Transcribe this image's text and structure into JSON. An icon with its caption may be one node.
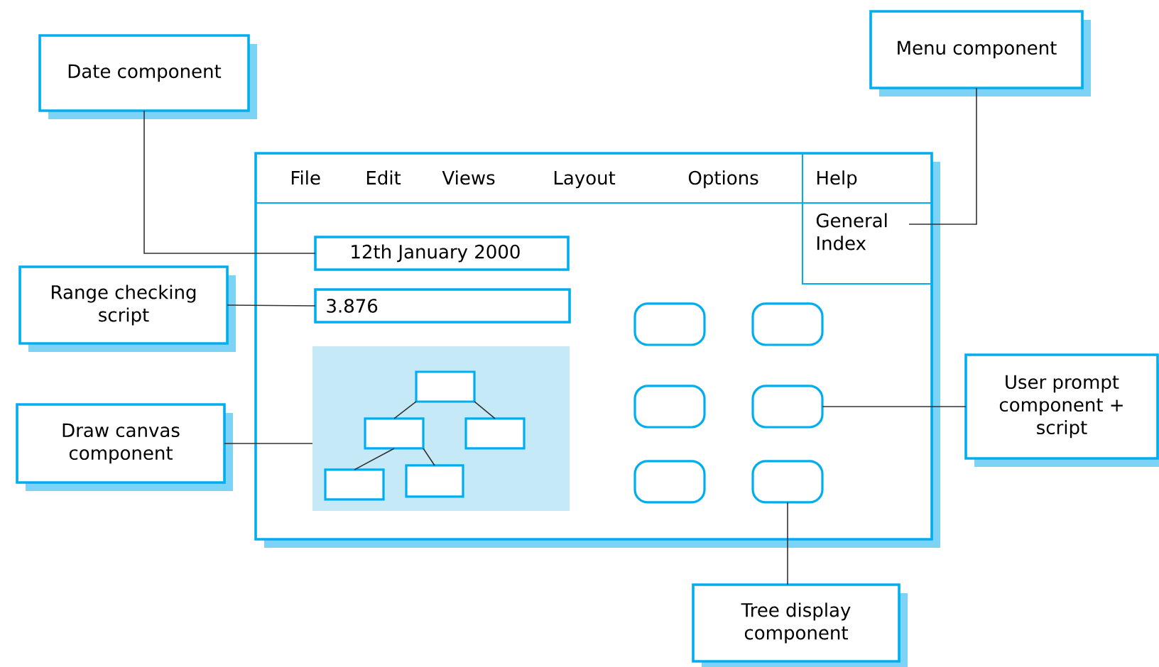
{
  "diagram": {
    "nodes": [
      {
        "text": [
          "Date component"
        ]
      },
      {
        "text": [
          "Menu component"
        ]
      },
      {
        "text": [
          "Range checking script"
        ]
      },
      {
        "text": [
          "Draw canvas component"
        ]
      },
      {
        "text": [
          "User prompt component + script"
        ]
      },
      {
        "text": [
          "Tree display component"
        ]
      },
      {
        "text": [
          "File",
          "Edit",
          "Views",
          "Layout",
          "Options"
        ]
      },
      {
        "text": [
          "Help",
          "General Index"
        ],
        "in": 6
      },
      {
        "text": [
          "12th January 2000"
        ],
        "in": 6
      },
      {
        "text": [
          "3.876"
        ],
        "in": 6
      },
      {
        "text": [],
        "shape": "box",
        "in": 6
      },
      {
        "text": [],
        "shape": "box",
        "in": 10
      },
      {
        "text": [],
        "shape": "box",
        "in": 10
      },
      {
        "text": [],
        "shape": "box",
        "in": 10
      },
      {
        "text": [],
        "shape": "box",
        "in": 10
      },
      {
        "text": [],
        "shape": "box",
        "in": 10
      },
      {
        "text": [],
        "shape": "button",
        "in": 6
      },
      {
        "text": [],
        "shape": "button",
        "in": 6
      },
      {
        "text": [],
        "shape": "button",
        "in": 6
      },
      {
        "text": [],
        "shape": "button",
        "in": 6
      },
      {
        "text": [],
        "shape": "button",
        "in": 6
      },
      {
        "text": [],
        "shape": "button",
        "in": 6
      }
    ],
    "edges": [
      {
        "from": 0,
        "to": 8,
        "arrow": "none"
      },
      {
        "from": 1,
        "to": 7,
        "arrow": "none"
      },
      {
        "from": 2,
        "to": 9,
        "arrow": "none"
      },
      {
        "from": 3,
        "to": 10,
        "arrow": "none"
      },
      {
        "from": 4,
        "to": 19,
        "arrow": "none"
      },
      {
        "from": 5,
        "to": 21,
        "arrow": "none"
      },
      {
        "from": 11,
        "to": 12,
        "arrow": "none"
      },
      {
        "from": 11,
        "to": 13,
        "arrow": "none"
      },
      {
        "from": 12,
        "to": 14,
        "arrow": "none"
      },
      {
        "from": 12,
        "to": 15,
        "arrow": "none"
      }
    ]
  }
}
